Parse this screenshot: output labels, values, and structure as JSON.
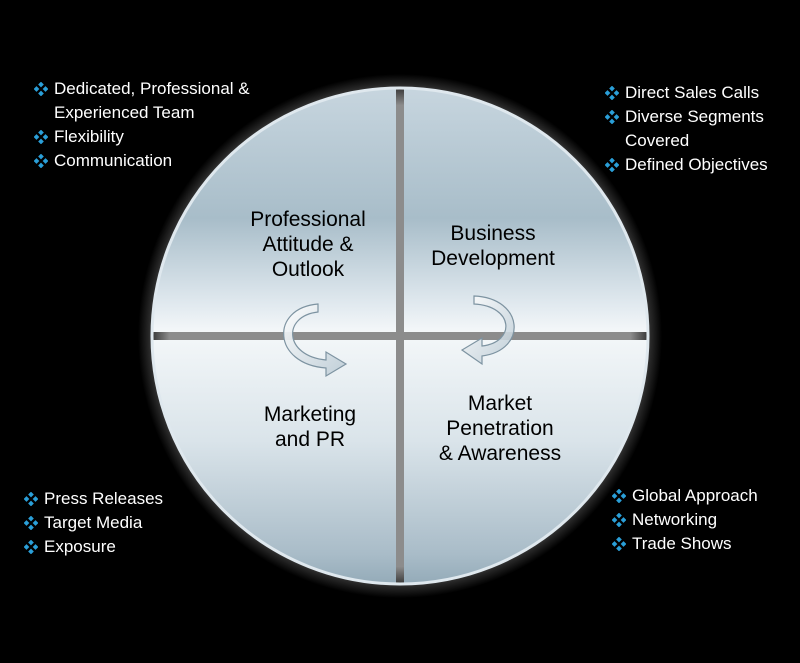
{
  "colors": {
    "background": "#000000",
    "bullet": "#2a9fd8",
    "quadrant_fill_light": "#eef3f6",
    "quadrant_fill_dark": "#9fb6c4"
  },
  "quadrants": {
    "top_left": {
      "label_lines": [
        "Professional",
        "Attitude &",
        "Outlook"
      ],
      "bullets": [
        {
          "lines": [
            "Dedicated, Professional &",
            "Experienced Team"
          ]
        },
        {
          "lines": [
            "Flexibility"
          ]
        },
        {
          "lines": [
            "Communication"
          ]
        }
      ]
    },
    "top_right": {
      "label_lines": [
        "Business",
        "Development"
      ],
      "bullets": [
        {
          "lines": [
            "Direct Sales Calls"
          ]
        },
        {
          "lines": [
            "Diverse Segments",
            "Covered"
          ]
        },
        {
          "lines": [
            "Defined Objectives"
          ]
        }
      ]
    },
    "bottom_left": {
      "label_lines": [
        "Marketing",
        "and PR"
      ],
      "bullets": [
        {
          "lines": [
            "Press Releases"
          ]
        },
        {
          "lines": [
            "Target Media"
          ]
        },
        {
          "lines": [
            "Exposure"
          ]
        }
      ]
    },
    "bottom_right": {
      "label_lines": [
        "Market",
        "Penetration",
        "& Awareness"
      ],
      "bullets": [
        {
          "lines": [
            "Global Approach"
          ]
        },
        {
          "lines": [
            "Networking"
          ]
        },
        {
          "lines": [
            "Trade Shows"
          ]
        }
      ]
    }
  },
  "icons": {
    "bullet": "diamond-bullet-icon",
    "cycle_left": "curved-arrow-icon",
    "cycle_right": "curved-arrow-icon"
  }
}
